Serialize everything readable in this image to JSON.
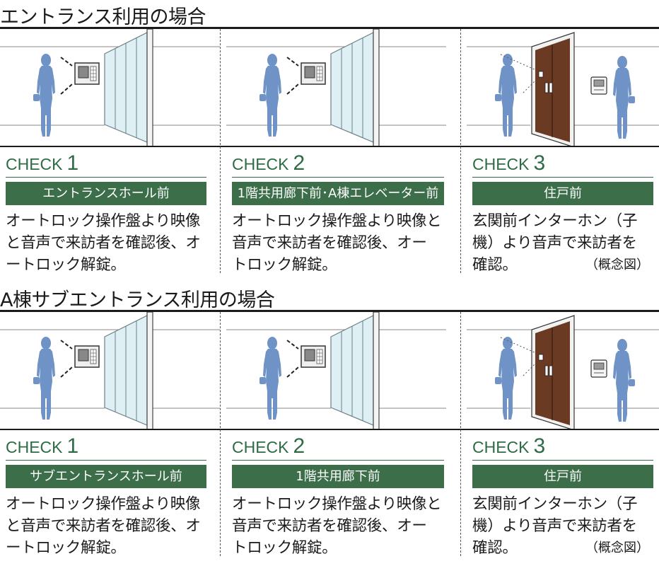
{
  "sections": [
    {
      "title": "エントランス利用の場合",
      "steps": [
        {
          "check": "CHECK",
          "number": "1",
          "label": "エントランスホール前",
          "desc": [
            "オートロック操作盤より映像",
            "と音声で来訪者を確認後、オ",
            "ートロック解錠。"
          ]
        },
        {
          "check": "CHECK",
          "number": "2",
          "label": "1階共用廊下前･A棟エレベーター前",
          "desc": [
            "オートロック操作盤より映像と",
            "音声で来訪者を確認後、オー",
            "トロック解錠。"
          ]
        },
        {
          "check": "CHECK",
          "number": "3",
          "label": "住戸前",
          "desc": [
            "玄関前インターホン（子",
            "機）より音声で来訪者を",
            "確認。"
          ],
          "note": "（概念図）"
        }
      ]
    },
    {
      "title": "A棟サブエントランス利用の場合",
      "steps": [
        {
          "check": "CHECK",
          "number": "1",
          "label": "サブエントランスホール前",
          "desc": [
            "オートロック操作盤より映像",
            "と音声で来訪者を確認後、オ",
            "ートロック解錠。"
          ]
        },
        {
          "check": "CHECK",
          "number": "2",
          "label": "1階共用廊下前",
          "desc": [
            "オートロック操作盤より映像と",
            "音声で来訪者を確認後、オー",
            "トロック解錠。"
          ]
        },
        {
          "check": "CHECK",
          "number": "3",
          "label": "住戸前",
          "desc": [
            "玄関前インターホン（子",
            "機）より音声で来訪者を",
            "確認。"
          ],
          "note": "（概念図）"
        }
      ]
    }
  ],
  "colors": {
    "accent_green": "#3b6e49",
    "check_green": "#2f6b45",
    "figure_blue": "#6f93c7",
    "door_brown": "#6a3a22",
    "glass": "#dff0f5"
  },
  "icons": [
    "person-silhouette-icon",
    "intercom-panel-icon",
    "glass-door-icon",
    "apartment-door-icon",
    "indoor-monitor-icon"
  ]
}
